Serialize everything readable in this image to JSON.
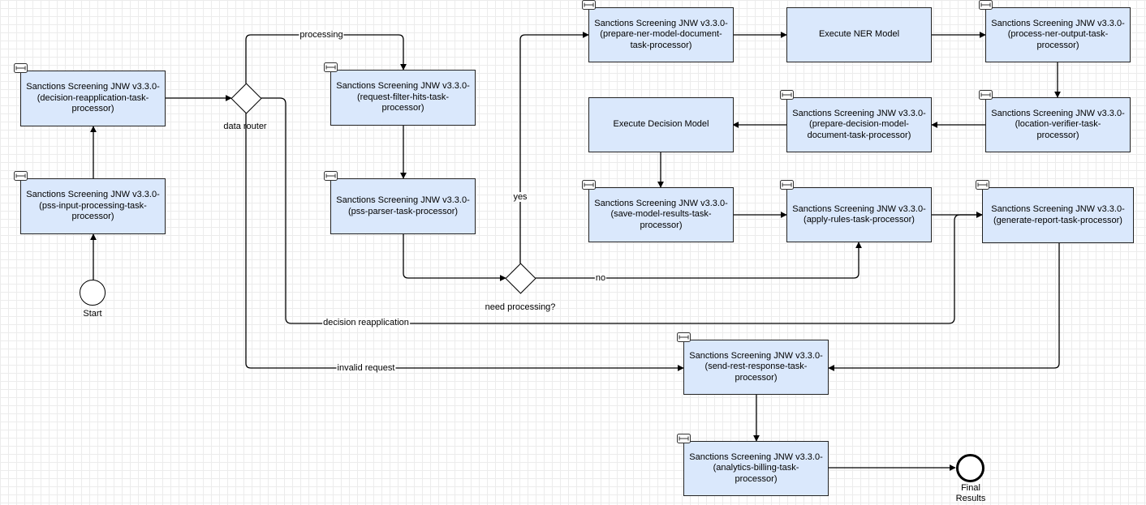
{
  "tasks": {
    "decision_reapplication": "Sanctions Screening JNW v3.3.0-\n(decision-reapplication-task-\nprocessor)",
    "pss_input": "Sanctions Screening JNW v3.3.0-\n(pss-input-processing-task-\nprocessor)",
    "request_filter": "Sanctions Screening JNW v3.3.0-\n(request-filter-hits-task-\nprocessor)",
    "pss_parser": "Sanctions Screening JNW v3.3.0-\n(pss-parser-task-processor)",
    "prepare_ner": "Sanctions Screening JNW v3.3.0-\n(prepare-ner-model-document-\ntask-processor)",
    "execute_ner": "Execute NER Model",
    "process_ner_output": "Sanctions Screening JNW v3.3.0-\n(process-ner-output-task-\nprocessor)",
    "execute_decision": "Execute Decision Model",
    "prepare_decision": "Sanctions Screening JNW v3.3.0-\n(prepare-decision-model-\ndocument-task-processor)",
    "location_verifier": "Sanctions Screening JNW v3.3.0-\n(location-verifier-task-\nprocessor)",
    "save_model_results": "Sanctions Screening JNW v3.3.0-\n(save-model-results-task-\nprocessor)",
    "apply_rules": "Sanctions Screening JNW v3.3.0-\n(apply-rules-task-processor)",
    "generate_report": "Sanctions Screening JNW v3.3.0-\n(generate-report-task-processor)",
    "send_rest_response": "Sanctions Screening JNW v3.3.0-\n(send-rest-response-task-\nprocessor)",
    "analytics_billing": "Sanctions Screening JNW v3.3.0-\n(analytics-billing-task-\nprocessor)"
  },
  "gateways": {
    "data_router": "data router",
    "need_processing": "need processing?"
  },
  "events": {
    "start": "Start",
    "end": "Final\nResults"
  },
  "edge_labels": {
    "processing": "processing",
    "yes": "yes",
    "no": "no",
    "decision_reapplication": "decision reapplication",
    "invalid_request": "invalid request"
  },
  "colors": {
    "task_fill": "#dae8fc",
    "stroke": "#222222"
  }
}
